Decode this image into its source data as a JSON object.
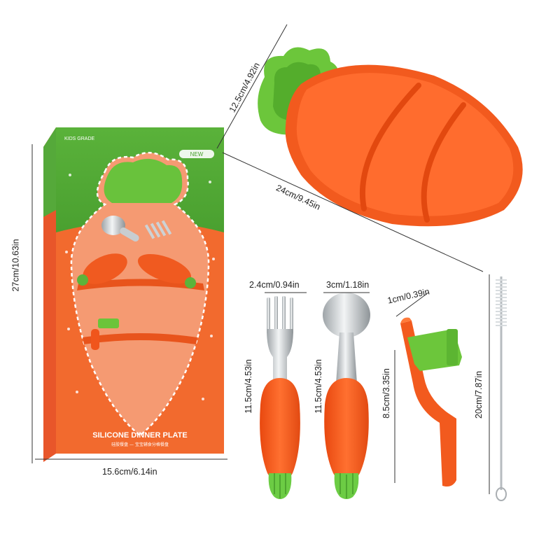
{
  "labels": {
    "plate_height": "12.5cm/4.92in",
    "plate_width": "24cm/9.45in",
    "box_height": "27cm/10.63in",
    "box_width": "15.6cm/6.14in",
    "fork_width": "2.4cm/0.94in",
    "fork_length": "11.5cm/4.53in",
    "spoon_width": "3cm/1.18in",
    "spoon_length": "11.5cm/4.53in",
    "straw_diameter": "1cm/0.39in",
    "straw_length": "8.5cm/3.35in",
    "brush_length": "20cm/7.87in"
  },
  "box": {
    "product_name": "SILICONE DINNER PLATE",
    "subtitle": "硅胶餐盘 — 宝宝辅食分格餐盘",
    "brand": "KIDS GRADE",
    "tag": "NEW"
  },
  "colors": {
    "orange": "#f2541b",
    "orange_light": "#ff6a2a",
    "green": "#6bc43a",
    "green_dark": "#3f9a2a",
    "steel": "#cfd3d6"
  }
}
